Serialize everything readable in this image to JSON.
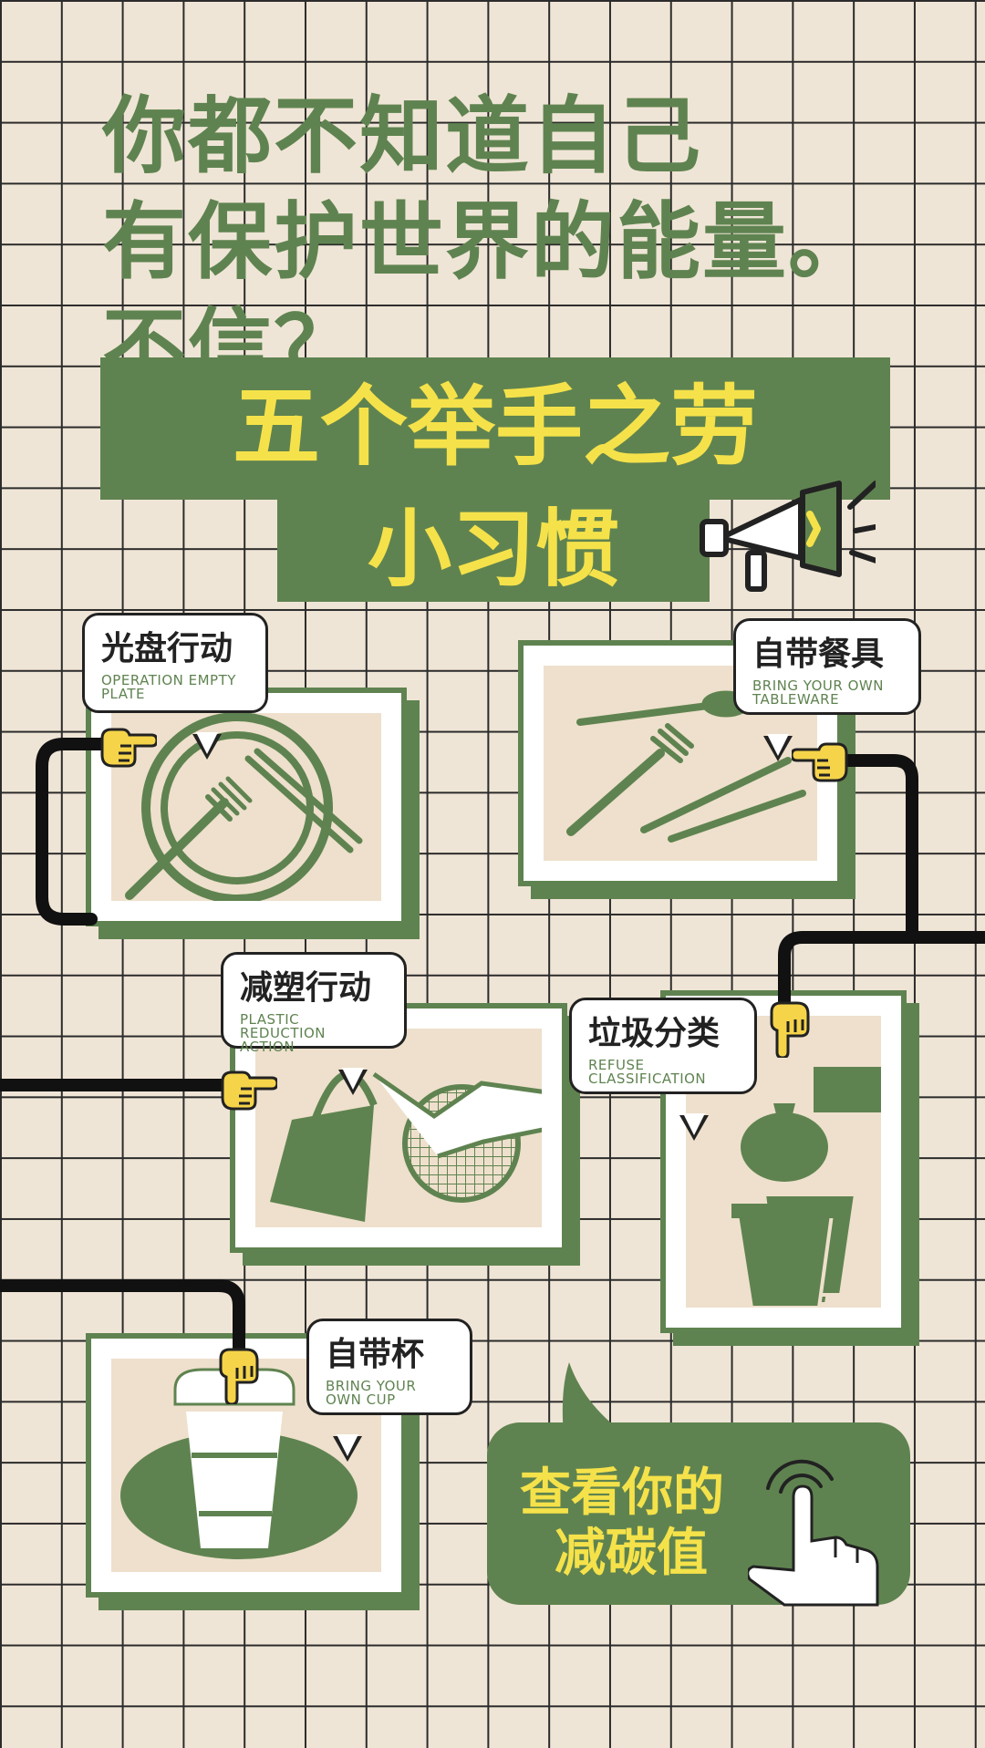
{
  "headline": {
    "line1": "你都不知道自己",
    "line2": "有保护世界的能量。",
    "line3": "不信？"
  },
  "title": {
    "line1": "五个举手之劳",
    "line2": "小习惯"
  },
  "habits": [
    {
      "zh": "光盘行动",
      "en": "OPERATION EMPTY\nPLATE",
      "art": "plate-with-fork-and-chopsticks"
    },
    {
      "zh": "自带餐具",
      "en": "BRING YOUR OWN\nTABLEWARE",
      "art": "spoon-fork-chopsticks"
    },
    {
      "zh": "减塑行动",
      "en": "PLASTIC REDUCTION\nACTION",
      "art": "tote-bag-and-mesh-bag"
    },
    {
      "zh": "垃圾分类",
      "en": "REFUSE\nCLASSIFICATION",
      "art": "trash-bag-and-bins"
    },
    {
      "zh": "自带杯",
      "en": "BRING YOUR\nOWN CUP",
      "art": "reusable-cup"
    }
  ],
  "cta": {
    "line1": "查看你的",
    "line2": "减碳值"
  },
  "colors": {
    "green": "#5f8350",
    "yellow": "#f5e24a",
    "background": "#efe5d6",
    "grid": "#2b2b2b",
    "card_inner": "#eee0cc"
  },
  "icons": [
    "megaphone-icon",
    "pointing-hand-icon",
    "tap-hand-icon"
  ]
}
